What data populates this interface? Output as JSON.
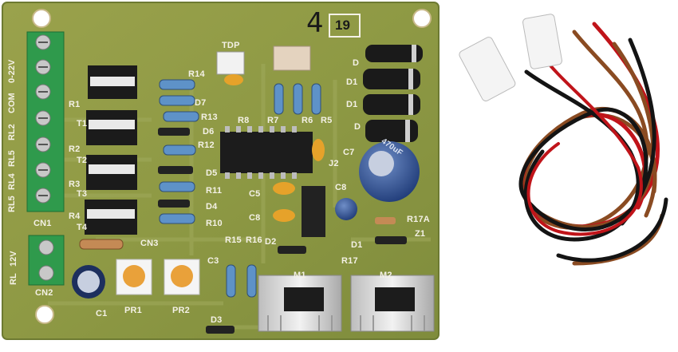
{
  "board": {
    "handwritten_mark": "4",
    "box_number": "19",
    "connector_labels": [
      "0-22V",
      "COM",
      "RL2",
      "RL5",
      "RL4",
      "RL5"
    ],
    "power_labels": [
      "12V",
      "RL"
    ],
    "silkscreen": {
      "cn1": "CN1",
      "cn2": "CN2",
      "cn3": "CN3",
      "tdp": "TDP",
      "r1": "R1",
      "r2": "R2",
      "r3": "R3",
      "r4": "R4",
      "t1": "T1",
      "t2": "T2",
      "t3": "T3",
      "t4": "T4",
      "r5": "R5",
      "r6": "R6",
      "r7": "R7",
      "r8": "R8",
      "r10": "R10",
      "r11": "R11",
      "r12": "R12",
      "r13": "R13",
      "r14": "R14",
      "r15": "R15",
      "r16": "R16",
      "r17": "R17",
      "r17a": "R17A",
      "d1a": "D1",
      "d1b": "D1",
      "d1c": "D1",
      "d2": "D2",
      "d3": "D3",
      "d4": "D4",
      "d5": "D5",
      "d6": "D6",
      "d7": "D7",
      "da": "D",
      "db": "D",
      "c1": "C1",
      "c3": "C3",
      "c5": "C5",
      "c7": "C7",
      "c8": "C8",
      "c8b": "C8",
      "pr1": "PR1",
      "pr2": "PR2",
      "m1": "M1",
      "m2": "M2",
      "z1": "Z1",
      "j2": "J2"
    },
    "capacitor_print": "470uF"
  },
  "colors": {
    "pcb": "#8f9a45",
    "terminal": "#2f9a4c",
    "ic": "#1c1c1c",
    "wire_red": "#c0141a",
    "wire_brown": "#8a4b22",
    "wire_black": "#141414"
  }
}
